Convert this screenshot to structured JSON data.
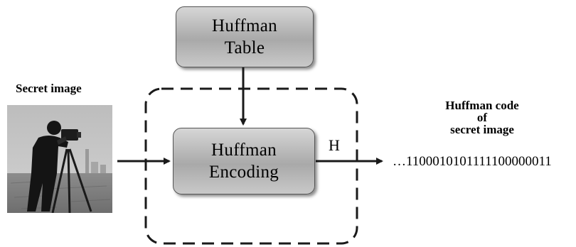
{
  "secret_image": {
    "label": "Secret image"
  },
  "huffman_table": {
    "line1": "Huffman",
    "line2": "Table"
  },
  "huffman_encoding": {
    "line1": "Huffman",
    "line2": "Encoding"
  },
  "edge_label": "H",
  "output": {
    "title_line1": "Huffman code",
    "title_line2": "of",
    "title_line3": "secret image",
    "bits": "…1100010101111100000011"
  }
}
